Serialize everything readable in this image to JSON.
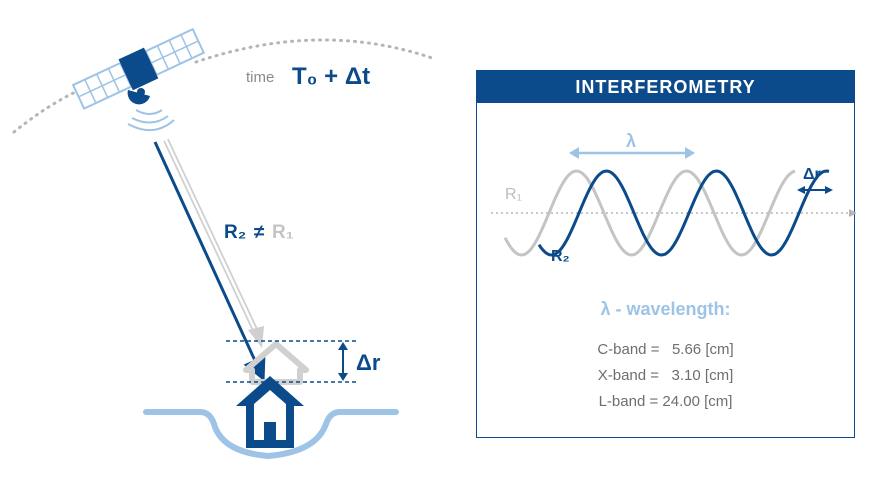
{
  "left_scene": {
    "time_word": "time",
    "time_formula": "T₀ + Δt",
    "r2_label": "R₂",
    "neq_symbol": "≠",
    "r1_label": "R₁",
    "delta_r_label": "Δr"
  },
  "panel": {
    "title": "INTERFEROMETRY",
    "lambda_label": "λ",
    "r1_label": "R₁",
    "r2_label": "R₂",
    "delta_r_label": "Δr",
    "wavelength_title": "λ - wavelength:",
    "bands": [
      {
        "text": "C-band =   5.66 [cm]"
      },
      {
        "text": "X-band =   3.10 [cm]"
      },
      {
        "text": "L-band = 24.00 [cm]"
      }
    ]
  },
  "colors": {
    "dark_blue": "#0b4a8b",
    "light_blue": "#9dc3e6",
    "gray": "#bdbdbd",
    "text_gray": "#6e6e6e"
  }
}
